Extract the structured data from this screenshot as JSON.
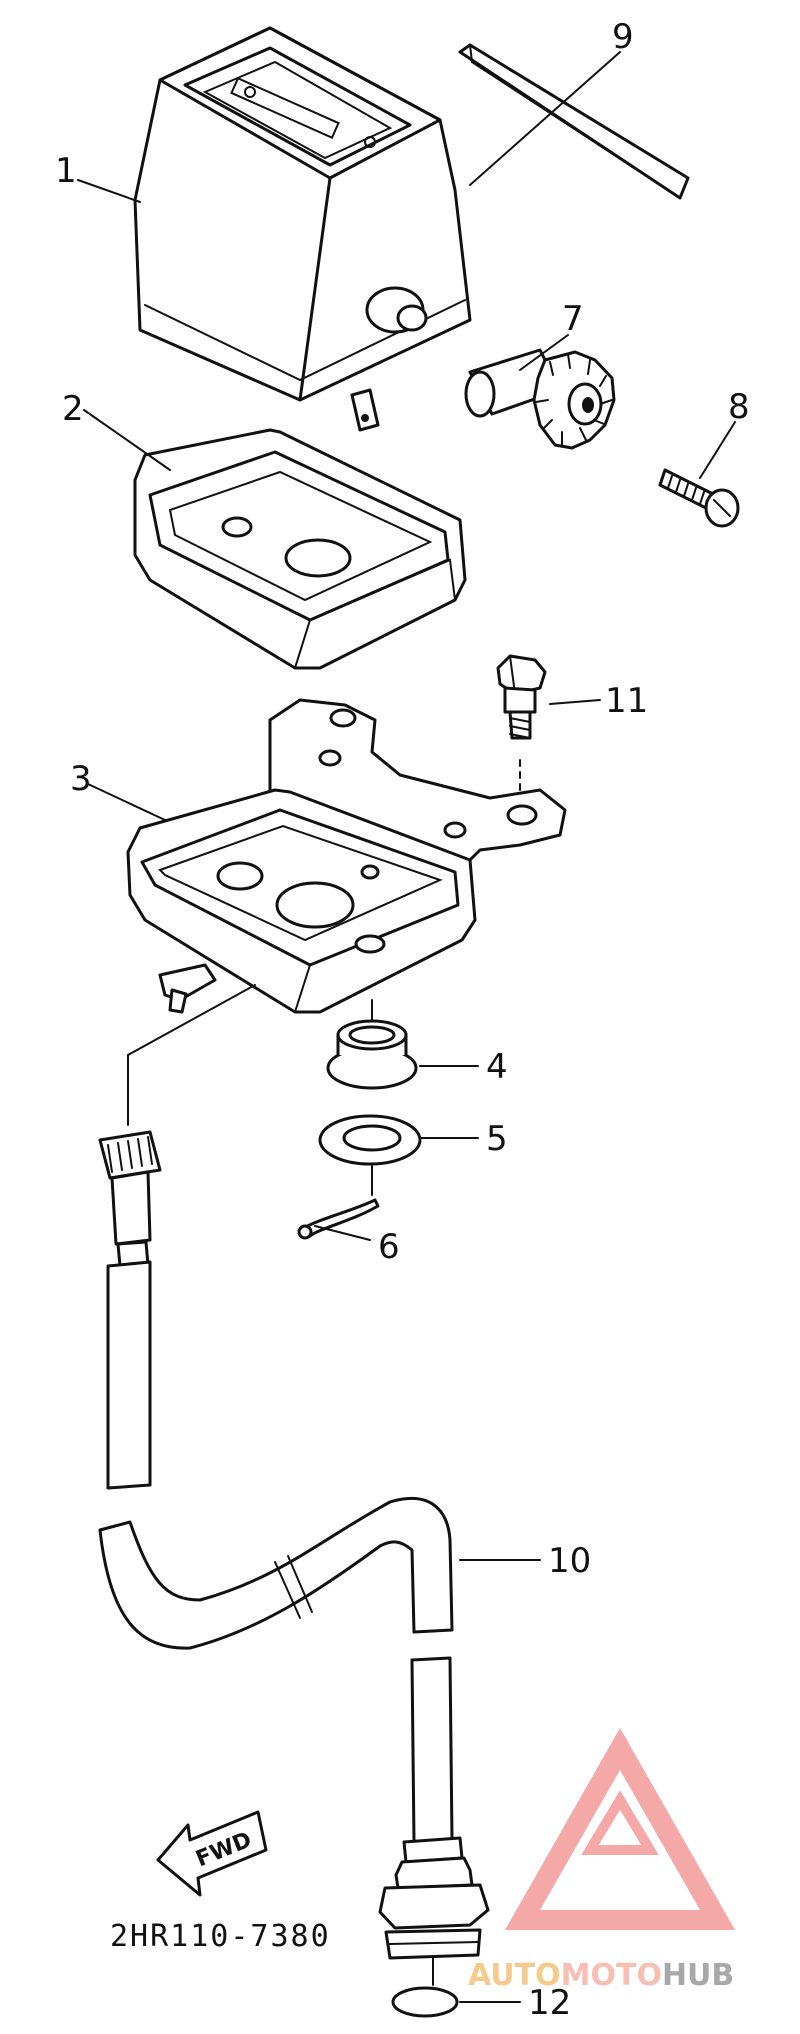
{
  "diagram": {
    "part_numbers": [
      "1",
      "2",
      "3",
      "4",
      "5",
      "6",
      "7",
      "8",
      "9",
      "10",
      "11",
      "12"
    ],
    "fwd_label": "FWD",
    "drawing_code": "2HR110-7380"
  },
  "watermark": {
    "text_part1": "AUTO",
    "text_part2": "MOTO",
    "text_part3": "HUB",
    "colors": {
      "triangle": "#f08080",
      "auto": "#f4c27a",
      "moto": "#f6b3a8",
      "hub": "#9a9a9a"
    }
  }
}
